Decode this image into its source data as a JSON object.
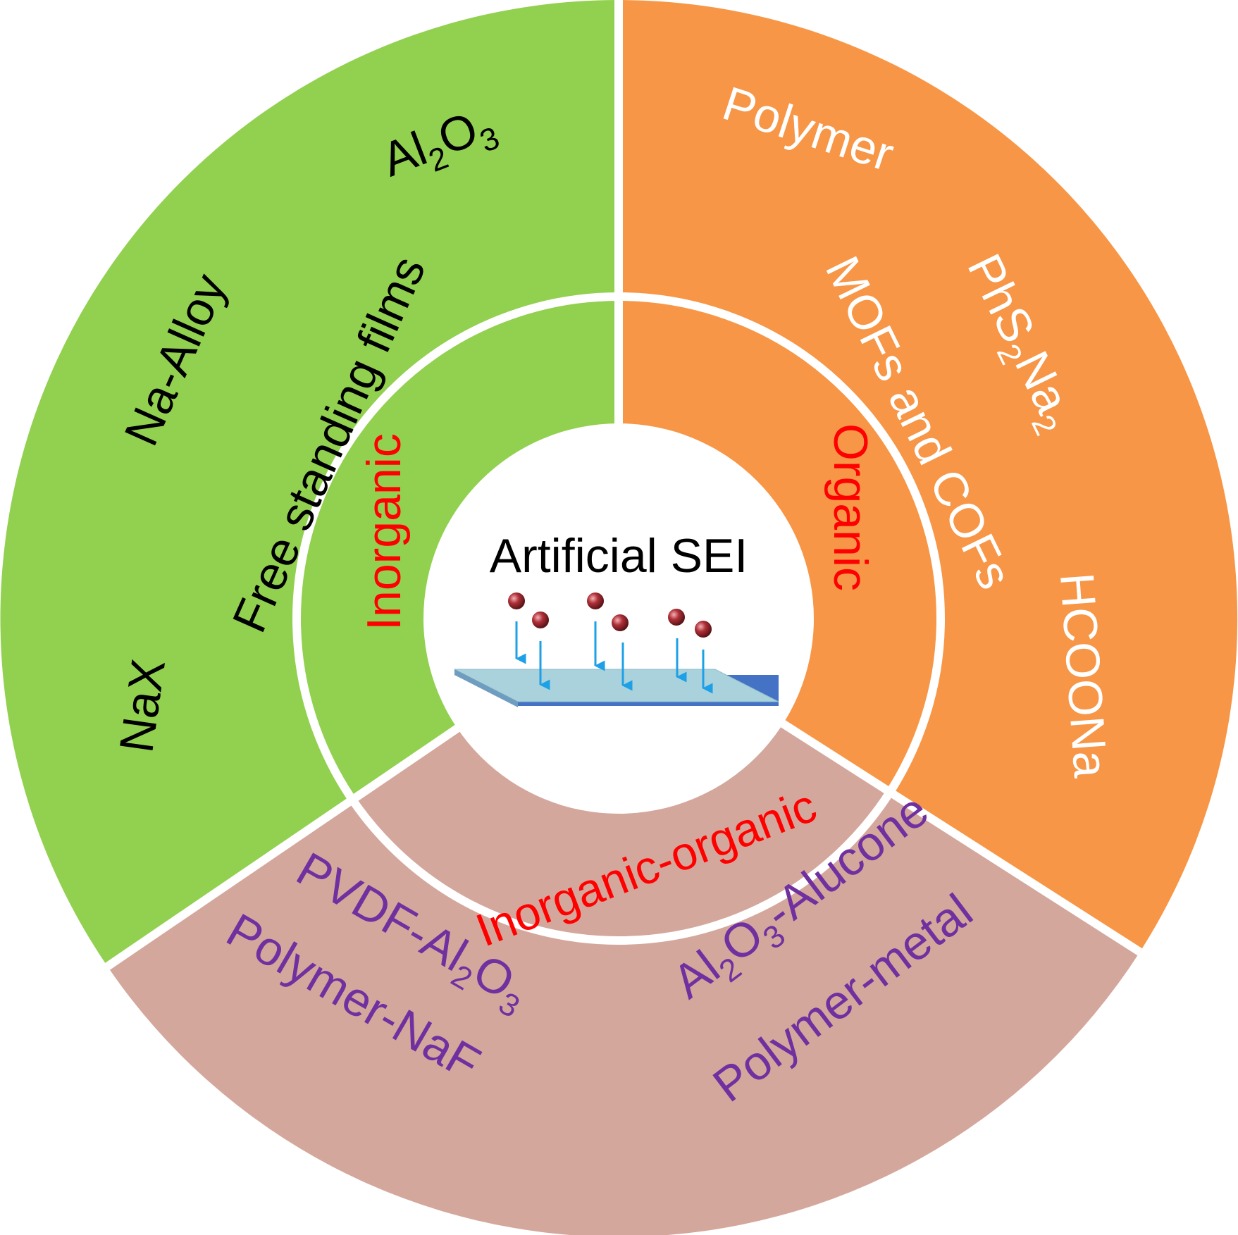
{
  "center": {
    "title": "Artificial SEI"
  },
  "colors": {
    "inorganic": "#92d050",
    "organic": "#f79646",
    "hybrid": "#d4a79c",
    "divider": "#ffffff",
    "dark_text": "#000000",
    "light_text": "#ffffff",
    "category_text": "#ff0000",
    "hybrid_text": "#7030a0",
    "particle": "#b03038",
    "arrow": "#1ea0e6",
    "substrate_top": "#a9d2dc",
    "substrate_edge": "#4472c4"
  },
  "segments": {
    "inorganic": {
      "category": "Inorganic",
      "items": {
        "al2o3": {
          "base1": "Al",
          "sub1": "2",
          "base2": "O",
          "sub2": "3"
        },
        "na_alloy": "Na-Alloy",
        "free_standing": "Free standing films",
        "nax": "NaX"
      }
    },
    "organic": {
      "category": "Organic",
      "items": {
        "polymer": "Polymer",
        "phs2na2": {
          "base1": "PhS",
          "sub1": "2",
          "base2": "Na",
          "sub2": "2"
        },
        "mofs_cofs": "MOFs and COFs",
        "hcoona": "HCOONa"
      }
    },
    "hybrid": {
      "category": "Inorganic-organic",
      "items": {
        "pvdf_al2o3": {
          "base1": "PVDF-Al",
          "sub1": "2",
          "base2": "O",
          "sub2": "3"
        },
        "polymer_naf": "Polymer-NaF",
        "al2o3_alucone": {
          "base1": "Al",
          "sub1": "2",
          "base2": "O",
          "sub2": "3",
          "suffix": "-Alucone"
        },
        "polymer_metal": "Polymer-metal"
      }
    }
  }
}
